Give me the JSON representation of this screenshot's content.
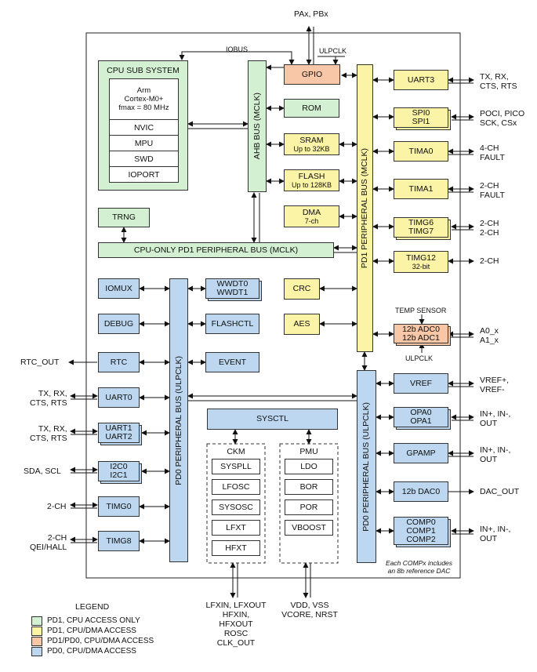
{
  "external": {
    "top_pins": "PAx, PBx",
    "ulpclk_top": "ULPCLK",
    "iobus": "IOBUS",
    "uart3_pins": "TX, RX,\nCTS, RTS",
    "spi_pins": "POCI, PICO\nSCK, CSx",
    "tima0_pins": "4-CH\nFAULT",
    "tima1_pins": "2-CH\nFAULT",
    "timg67_pins": "2-CH\n2-CH",
    "timg12_pins": "2-CH",
    "adc_pins": "A0_x\nA1_x",
    "temp_sensor": "TEMP SENSOR",
    "ulpclk_adc": "ULPCLK",
    "vref_pins": "VREF+,\nVREF-",
    "opa_pins": "IN+, IN-,\nOUT",
    "gpamp_pins": "IN+, IN-,\nOUT",
    "dac_pins": "DAC_OUT",
    "comp_pins": "IN+, IN-,\nOUT",
    "comp_note": "Each COMPx includes\nan 8b reference DAC",
    "rtc_pins": "RTC_OUT",
    "uart0_pins": "TX, RX,\nCTS, RTS",
    "uart12_pins": "TX, RX,\nCTS, RTS",
    "i2c_pins": "SDA, SCL",
    "timg0_pins": "2-CH",
    "timg8_pins": "2-CH\nQEI/HALL",
    "ckm_pins": "LFXIN, LFXOUT\nHFXIN, HFXOUT\nROSC\nCLK_OUT",
    "pmu_pins": "VDD, VSS\nVCORE, NRST"
  },
  "cpu": {
    "title": "CPU SUB SYSTEM",
    "core": "Arm\nCortex-M0+\nfmax = 80 MHz",
    "items": [
      "NVIC",
      "MPU",
      "SWD",
      "IOPORT"
    ]
  },
  "buses": {
    "ahb": "AHB BUS (MCLK)",
    "pd1": "PD1 PERIPHERAL BUS (MCLK)",
    "cpu_only": "CPU-ONLY  PD1 PERIPHERAL BUS (MCLK)",
    "pd0_left": "PD0 PERIPHERAL BUS (ULPCLK)",
    "pd0_right": "PD0 PERIPHERAL BUS (ULPCLK)"
  },
  "blocks": {
    "gpio": "GPIO",
    "rom": "ROM",
    "sram": "SRAM",
    "sram_sub": "Up to 32KB",
    "flash": "FLASH",
    "flash_sub": "Up to 128KB",
    "dma": "DMA",
    "dma_sub": "7-ch",
    "trng": "TRNG",
    "crc": "CRC",
    "aes": "AES",
    "uart3": "UART3",
    "spi": "SPI0\nSPI1",
    "tima0": "TIMA0",
    "tima1": "TIMA1",
    "timg67": "TIMG6\nTIMG7",
    "timg12": "TIMG12",
    "timg12_sub": "32-bit",
    "adc": "12b ADC0\n12b ADC1",
    "iomux": "IOMUX",
    "debug": "DEBUG",
    "rtc": "RTC",
    "uart0": "UART0",
    "uart12": "UART1\nUART2",
    "i2c": "I2C0\nI2C1",
    "timg0": "TIMG0",
    "timg8": "TIMG8",
    "wwdt": "WWDT0\nWWDT1",
    "flashctl": "FLASHCTL",
    "event": "EVENT",
    "sysctl": "SYSCTL",
    "vref": "VREF",
    "opa": "OPA0\nOPA1",
    "gpamp": "GPAMP",
    "dac": "12b DAC0",
    "comp": "COMP0\nCOMP1\nCOMP2"
  },
  "ckm": {
    "title": "CKM",
    "items": [
      "SYSPLL",
      "LFOSC",
      "SYSOSC",
      "LFXT",
      "HFXT"
    ]
  },
  "pmu": {
    "title": "PMU",
    "items": [
      "LDO",
      "BOR",
      "POR",
      "VBOOST"
    ]
  },
  "legend": {
    "title": "LEGEND",
    "items": [
      {
        "label": "PD1, CPU ACCESS ONLY",
        "color": "#d4f0d2"
      },
      {
        "label": "PD1, CPU/DMA ACCESS",
        "color": "#fbf3a6"
      },
      {
        "label": "PD1/PD0, CPU/DMA ACCESS",
        "color": "#f7c7a7"
      },
      {
        "label": "PD0, CPU/DMA ACCESS",
        "color": "#bcd7ef"
      }
    ]
  }
}
